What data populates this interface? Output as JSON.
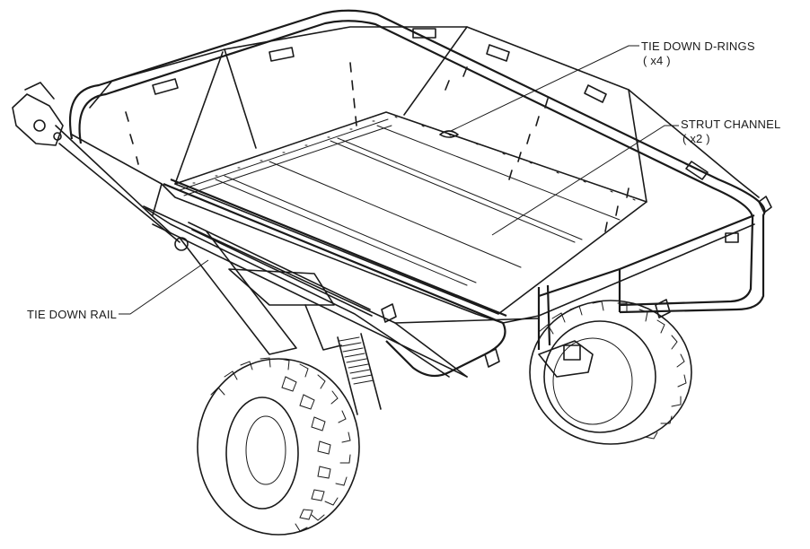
{
  "callouts": {
    "d_rings": {
      "label": "TIE DOWN D-RINGS",
      "qty": "( x4 )"
    },
    "strut_channel": {
      "label": "STRUT CHANNEL",
      "qty": "( x2 )"
    },
    "tie_down_rail": {
      "label": "TIE DOWN RAIL"
    }
  },
  "colors": {
    "line": "#1a1a1a",
    "background": "#ffffff"
  }
}
